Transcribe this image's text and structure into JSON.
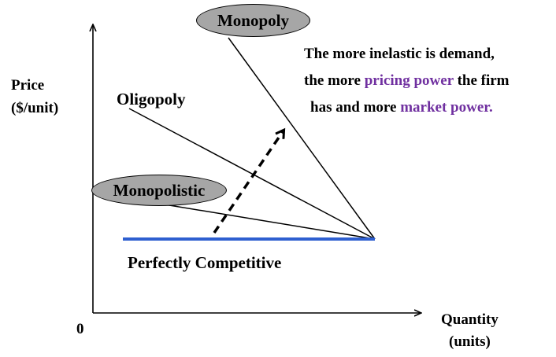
{
  "axes": {
    "y_label_line1": "Price",
    "y_label_line2": "($/unit)",
    "x_label_line1": "Quantity",
    "x_label_line2": "(units)",
    "origin": "0"
  },
  "market_structures": {
    "monopoly": "Monopoly",
    "oligopoly": "Oligopoly",
    "monopolistic": "Monopolistic",
    "perfectly_competitive": "Perfectly Competitive"
  },
  "note": {
    "line1": "The more inelastic is demand,",
    "line2_a": "the more ",
    "line2_highlight": "pricing power",
    "line2_b": " the firm",
    "line3_a": "has and more ",
    "line3_highlight": "market power."
  },
  "colors": {
    "bubble_fill": "#a6a6a6",
    "highlight": "#7030a0",
    "competitive_line": "#2e5fd0",
    "ink": "#000000"
  }
}
